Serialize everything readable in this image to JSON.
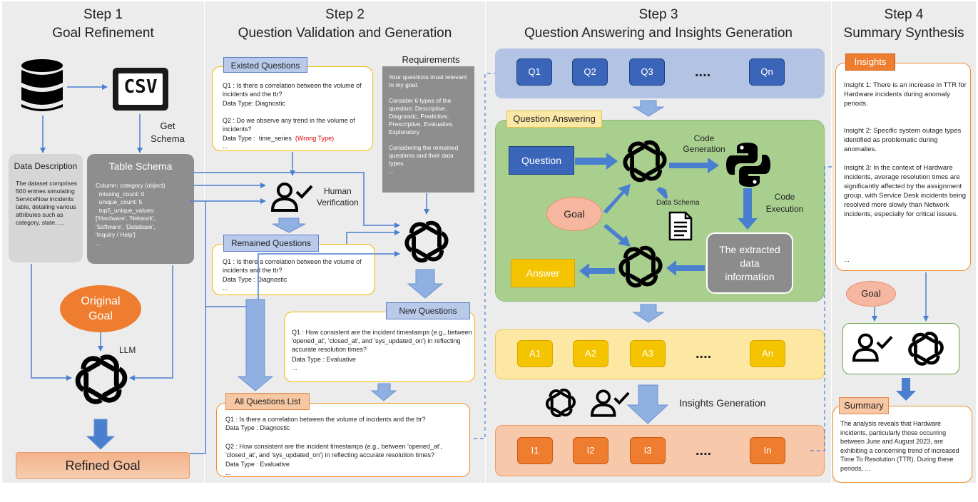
{
  "steps": {
    "s1": {
      "label": "Step 1",
      "title": "Goal Refinement"
    },
    "s2": {
      "label": "Step 2",
      "title": "Question Validation and Generation"
    },
    "s3": {
      "label": "Step 3",
      "title": "Question Answering and Insights Generation"
    },
    "s4": {
      "label": "Step 4",
      "title": "Summary Synthesis"
    }
  },
  "step1": {
    "csv": "CSV",
    "get_schema": "Get\nSchema",
    "data_description_title": "Data Description",
    "data_description_body": "The dataset comprises 500 entries simulating ServiceNow incidents table, detailing various attributes such as category, state, ...",
    "table_schema_title": "Table Schema",
    "table_schema_body": "Column: category (object)\n  missing_count: 0\n  unique_count: 5\n  top5_unique_values:\n['Hardware', 'Network',\n'Software', 'Database',\n'Inquiry / Help']\n...",
    "original_goal": "Original\nGoal",
    "llm": "LLM",
    "refined_goal": "Refined Goal"
  },
  "step2": {
    "existed_title": "Existed Questions",
    "existed_q1": "Q1 : Is there a correlation between the volume of incidents and the ttr?",
    "existed_q1_type": "Data Type: Diagnostic",
    "existed_q2": "Q2 : Do we observe any trend in the volume of incidents?",
    "existed_q2_type_prefix": "Data Type :  time_series  ",
    "existed_q2_wrong": "(Wrong Type)",
    "existed_ellipsis": "...",
    "requirements_title": "Requirements",
    "requirements_body": "Your questions must relevant to my goal.\n\nConsider 6 types of the question: Descriptive, Diagnostic, Predictive, Prescriptive, Evaluative, Exploratory\n\nConsidering the remained questions and their data types.\n...",
    "human_verification": "Human\nVerification",
    "remained_title": "Remained Questions",
    "remained_q1": "Q1 : Is there a correlation between the volume of incidents and the ttr?",
    "remained_q1_type": "Data Type : Diagnostic",
    "remained_ellipsis": "...",
    "new_title": "New Questions",
    "new_q1": "Q1 : How consistent are the incident timestamps (e.g., between 'opened_at', 'closed_at', and 'sys_updated_on') in reflecting accurate resolution times?",
    "new_q1_type": "Data Type :  Evaluative",
    "new_ellipsis": "...",
    "all_title": "All Questions List",
    "all_q1": "Q1 : Is there a correlation between the volume of incidents and the ttr?",
    "all_q1_type": "Data Type : Diagnostic",
    "all_q2": "Q2 : How consistent are the incident timestamps (e.g., between 'opened_at', 'closed_at', and 'sys_updated_on') in reflecting accurate resolution times?",
    "all_q2_type": "Data Type :  Evaluative",
    "all_ellipsis": "..."
  },
  "step3": {
    "questions": [
      "Q1",
      "Q2",
      "Q3",
      "....",
      "Qn"
    ],
    "qa_title": "Question Answering",
    "question": "Question",
    "code_generation": "Code\nGeneration",
    "code_execution": "Code\nExecution",
    "goal": "Goal",
    "data_schema": "Data Schema",
    "extracted": "The extracted\ndata\ninformation",
    "answer": "Answer",
    "answers": [
      "A1",
      "A2",
      "A3",
      "....",
      "An"
    ],
    "insights_generation": "Insights Generation",
    "insights": [
      "I1",
      "I2",
      "I3",
      "....",
      "In"
    ]
  },
  "step4": {
    "insights_title": "Insights",
    "insight1": "Insight 1: There is an increase in TTR for Hardware incidents during anomaly periods.",
    "insight2": "Insight 2: Specific system outage types identified as problematic during anomalies.",
    "insight3": "Insight 3: In the context of Hardware incidents, average resolution times are significantly affected by the assignment group, with Service Desk incidents being resolved more slowly than Network incidents, especially for critical issues.",
    "insight_ellipsis": "...",
    "goal": "Goal",
    "summary_title": "Summary",
    "summary_body": "The analysis reveals that Hardware incidents, particularly those occurring between June and August 2023, are exhibiting a concerning trend of increased Time To Resolution (TTR). During these periods, ..."
  },
  "colors": {
    "blue": "#3b65b8",
    "yellow": "#f5c400",
    "orange": "#ee7d2f",
    "green": "#a9cf8f",
    "gray": "#8c8c8c",
    "arrow": "#4a7fd0",
    "red": "#e00000"
  },
  "icons": [
    "database-icon",
    "csv-file-icon",
    "openai-logo-icon",
    "user-check-icon",
    "python-logo-icon",
    "document-icon"
  ]
}
